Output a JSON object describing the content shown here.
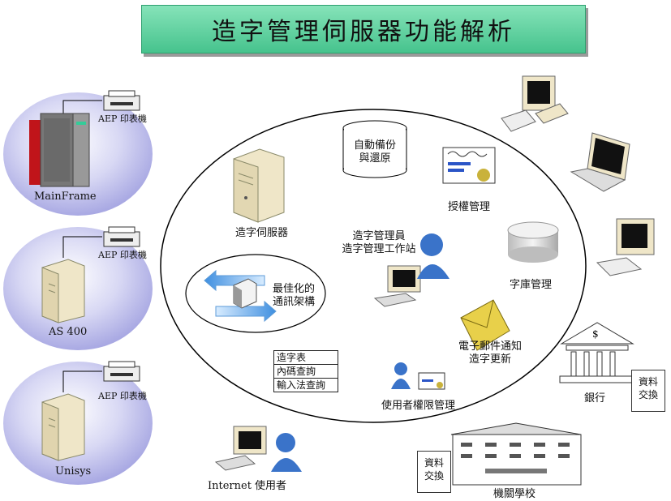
{
  "title": "造字管理伺服器功能解析",
  "left_systems": [
    {
      "name": "MainFrame",
      "printer": "AEP 印表機"
    },
    {
      "name": "AS 400",
      "printer": "AEP 印表機"
    },
    {
      "name": "Unisys",
      "printer": "AEP 印表機"
    }
  ],
  "center": {
    "server": "造字伺服器",
    "backup": [
      "自動備份",
      "與還原"
    ],
    "auth": "授權管理",
    "admin": [
      "造字管理員",
      "造字管理工作站"
    ],
    "font_db": "字庫管理",
    "optimized": [
      "最佳化的",
      "通訊架構"
    ],
    "email": [
      "電子郵件通知",
      "造字更新"
    ],
    "lookup": [
      "造字表",
      "內碼查詢",
      "輸入法查詢"
    ],
    "permissions": "使用者權限管理"
  },
  "right": {
    "bank": "銀行",
    "data_exchange": [
      "資料",
      "交換"
    ],
    "institution": "機關學校",
    "internet_user": "Internet 使用者"
  }
}
